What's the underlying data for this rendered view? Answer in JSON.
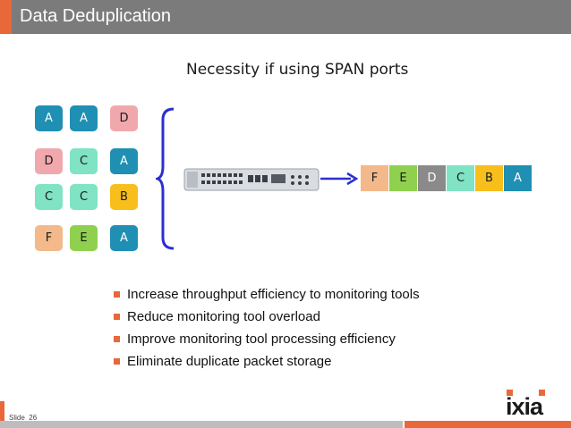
{
  "header": {
    "title": "Data Deduplication"
  },
  "subtitle": "Necessity if using SPAN ports",
  "colors": {
    "blue": "#1f8fb3",
    "pink": "#f0a8ac",
    "mint": "#7fe3c4",
    "peach": "#f3b98a",
    "green": "#8fd14f",
    "yellow": "#f8be1c",
    "grey": "#8a8a8a",
    "accent": "#e8683a"
  },
  "input_packets": [
    {
      "label": "A",
      "color": "blue"
    },
    {
      "label": "A",
      "color": "blue"
    },
    {
      "label": "D",
      "color": "pink"
    },
    {
      "label": "D",
      "color": "pink"
    },
    {
      "label": "C",
      "color": "mint"
    },
    {
      "label": "A",
      "color": "blue"
    },
    {
      "label": "C",
      "color": "mint"
    },
    {
      "label": "C",
      "color": "mint"
    },
    {
      "label": "B",
      "color": "yellow"
    },
    {
      "label": "F",
      "color": "peach"
    },
    {
      "label": "E",
      "color": "green"
    },
    {
      "label": "A",
      "color": "blue"
    }
  ],
  "output_packets": [
    {
      "label": "F",
      "color": "peach"
    },
    {
      "label": "E",
      "color": "green"
    },
    {
      "label": "D",
      "color": "grey"
    },
    {
      "label": "C",
      "color": "mint"
    },
    {
      "label": "B",
      "color": "yellow"
    },
    {
      "label": "A",
      "color": "blue"
    }
  ],
  "bullets": [
    "Increase throughput efficiency to monitoring tools",
    "Reduce monitoring tool overload",
    "Improve monitoring tool processing efficiency",
    "Eliminate duplicate packet storage"
  ],
  "footer": {
    "slide_label": "Slide",
    "slide_number": "26",
    "logo": "ixia"
  }
}
